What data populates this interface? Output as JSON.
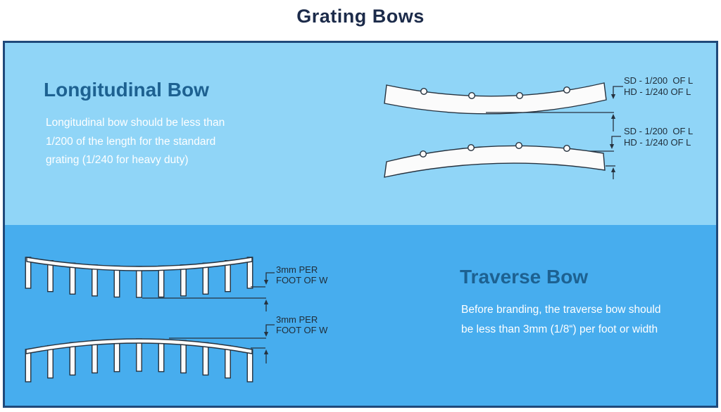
{
  "title": "Grating Bows",
  "colors": {
    "panel_border": "#20497a",
    "section_top_bg": "#90d5f7",
    "section_bottom_bg": "#47adee",
    "heading": "#1d6191",
    "title": "#1c2b4a",
    "body_text": "#ffffff",
    "diagram_line": "#26323f",
    "bar_fill": "#fbfbfb"
  },
  "longitudinal": {
    "heading": "Longitudinal Bow",
    "body_lines": [
      "Longitudinal bow should be less than",
      "1/200 of the length for the standard",
      "grating (1/240 for heavy duty)"
    ]
  },
  "traverse": {
    "heading": "Traverse Bow",
    "body_lines": [
      "Before branding, the traverse bow should",
      "be less than 3mm (1/8“) per foot or width"
    ]
  },
  "dimensions": {
    "sd_label": "SD - 1/200  OF L",
    "hd_label": "HD - 1/240 OF L",
    "mm_label_line1": "3mm PER",
    "mm_label_line2": "FOOT OF W"
  }
}
